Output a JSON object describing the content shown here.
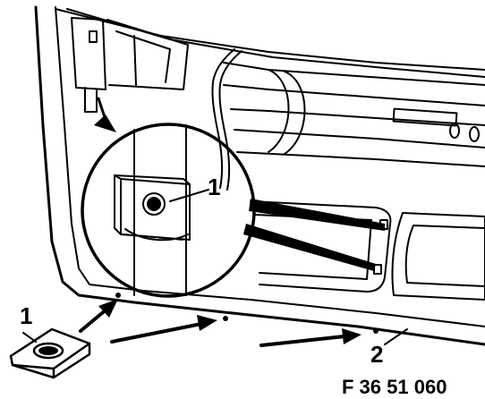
{
  "callouts": {
    "detail_label": "1",
    "loose_clip_label": "1",
    "panel_label": "2"
  },
  "figure_reference": "F 36 51 060",
  "colors": {
    "ink": "#000000",
    "paper": "#ffffff"
  }
}
